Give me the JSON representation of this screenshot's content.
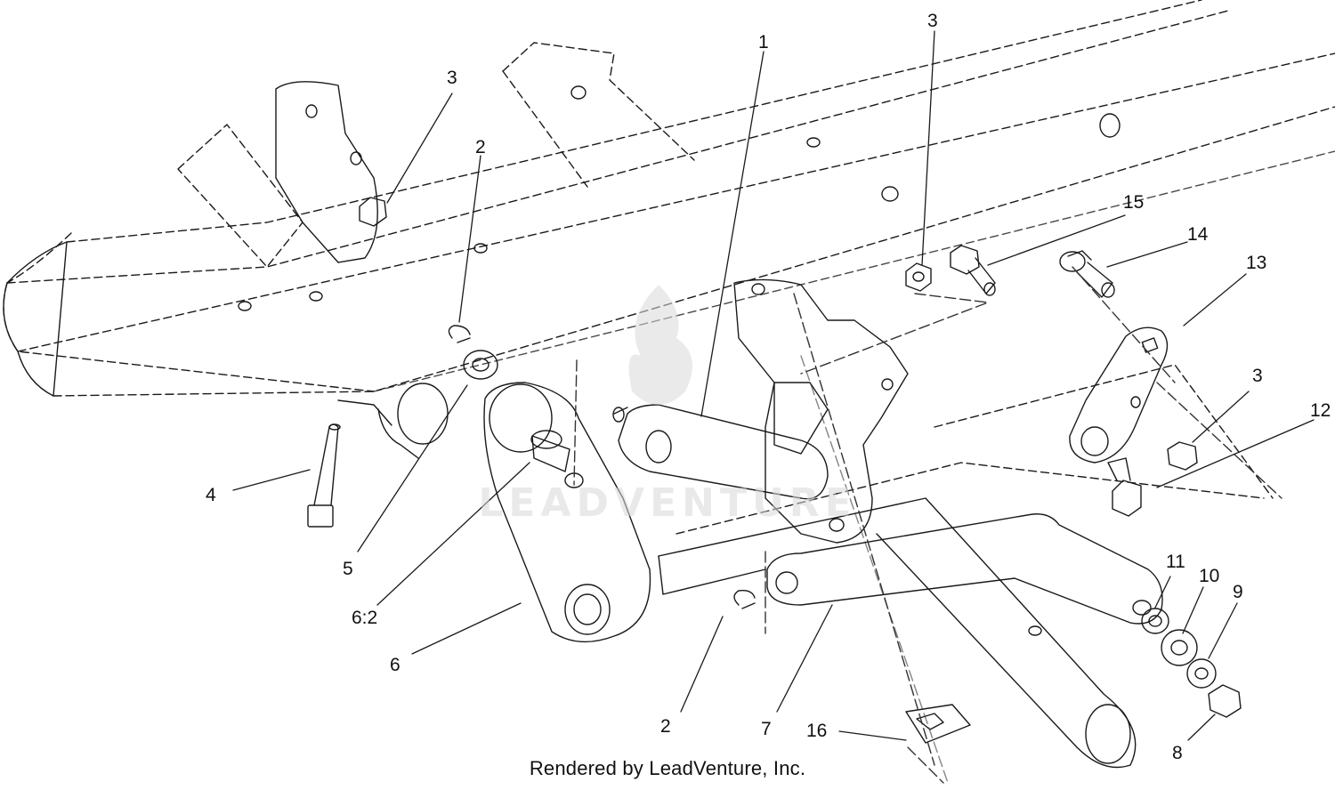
{
  "diagram": {
    "watermark_text": "LEADVENTURE",
    "footer": "Rendered by LeadVenture, Inc.",
    "callouts": [
      {
        "id": "c1",
        "label": "1"
      },
      {
        "id": "c2a",
        "label": "2"
      },
      {
        "id": "c2b",
        "label": "2"
      },
      {
        "id": "c3a",
        "label": "3"
      },
      {
        "id": "c3b",
        "label": "3"
      },
      {
        "id": "c3c",
        "label": "3"
      },
      {
        "id": "c4",
        "label": "4"
      },
      {
        "id": "c5",
        "label": "5"
      },
      {
        "id": "c62",
        "label": "6:2"
      },
      {
        "id": "c6",
        "label": "6"
      },
      {
        "id": "c7",
        "label": "7"
      },
      {
        "id": "c8",
        "label": "8"
      },
      {
        "id": "c9",
        "label": "9"
      },
      {
        "id": "c10",
        "label": "10"
      },
      {
        "id": "c11",
        "label": "11"
      },
      {
        "id": "c12",
        "label": "12"
      },
      {
        "id": "c13",
        "label": "13"
      },
      {
        "id": "c14",
        "label": "14"
      },
      {
        "id": "c15",
        "label": "15"
      },
      {
        "id": "c16",
        "label": "16"
      }
    ]
  },
  "colors": {
    "line": "#1a1a1a",
    "dash": "#333333",
    "watermark": "#d8d8d8"
  }
}
